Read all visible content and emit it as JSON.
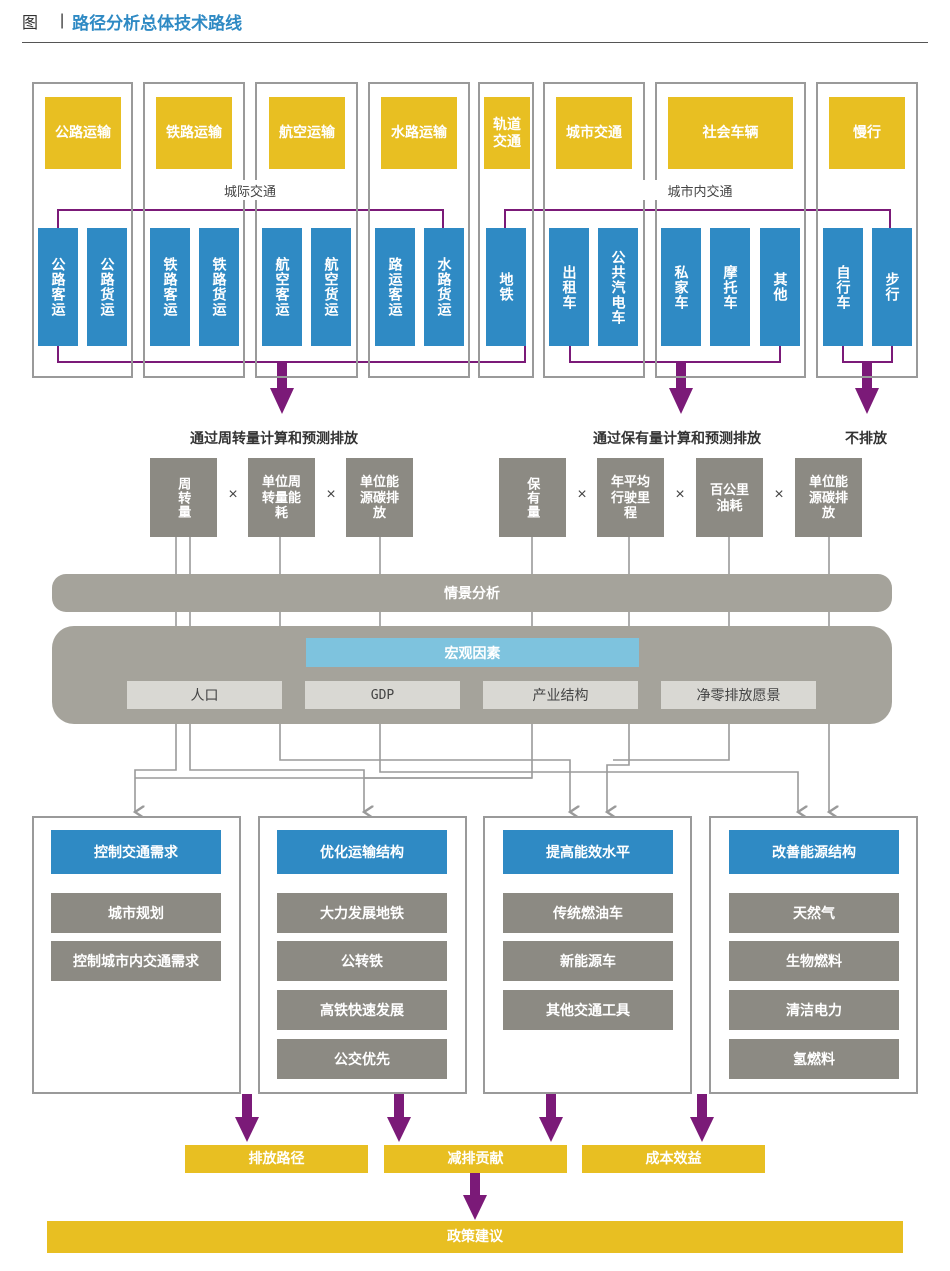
{
  "header": {
    "fig_label": "图",
    "separator": "|",
    "title": "路径分析总体技术路线"
  },
  "top": {
    "modes": [
      "公路运输",
      "铁路运输",
      "航空运输",
      "水路运输",
      "轨道交通",
      "城市交通",
      "社会车辆",
      "慢行"
    ],
    "intercity_label": "城际交通",
    "urban_label": "城市内交通",
    "sub_items": [
      "公路客运",
      "公路货运",
      "铁路客运",
      "铁路货运",
      "航空客运",
      "航空货运",
      "路运客运",
      "水路货运",
      "地铁",
      "出租车",
      "公共汽电车",
      "私家车",
      "摩托车",
      "其他",
      "自行车",
      "步行"
    ]
  },
  "calc": {
    "turnover_label": "通过周转量计算和预测排放",
    "stock_label": "通过保有量计算和预测排放",
    "no_emission_label": "不排放",
    "times": "×",
    "factors_left": [
      "周转量",
      "单位周转量能耗",
      "单位能源碳排放"
    ],
    "factors_right": [
      "保有量",
      "年平均行驶里程",
      "百公里油耗",
      "单位能源碳排放"
    ]
  },
  "scenario": {
    "label": "情景分析",
    "macro_label": "宏观因素",
    "factors": [
      "人口",
      "GDP",
      "产业结构",
      "净零排放愿景"
    ]
  },
  "strategies": [
    {
      "title": "控制交通需求",
      "items": [
        "城市规划",
        "控制城市内交通需求"
      ]
    },
    {
      "title": "优化运输结构",
      "items": [
        "大力发展地铁",
        "公转铁",
        "高铁快速发展",
        "公交优先"
      ]
    },
    {
      "title": "提高能效水平",
      "items": [
        "传统燃油车",
        "新能源车",
        "其他交通工具"
      ]
    },
    {
      "title": "改善能源结构",
      "items": [
        "天然气",
        "生物燃料",
        "清洁电力",
        "氢燃料"
      ]
    }
  ],
  "outputs": [
    "排放路径",
    "减排贡献",
    "成本效益"
  ],
  "final": "政策建议",
  "colors": {
    "yellow": "#e8bf22",
    "blue": "#2f8ac4",
    "gray": "#8c8a83",
    "purple": "#7b1a78",
    "light_blue": "#7ec3de"
  }
}
